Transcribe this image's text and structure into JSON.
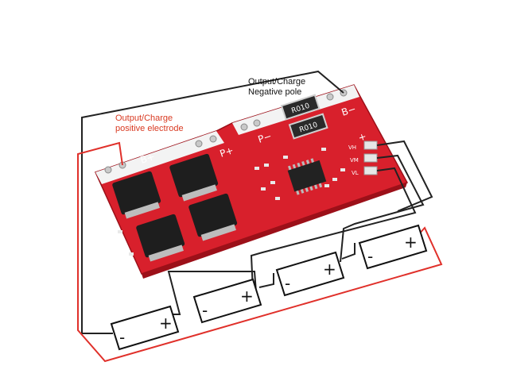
{
  "annotations": {
    "negative": [
      "Output/Charge",
      "Negative pole"
    ],
    "positive": [
      "Output/Charge",
      "positive electrode"
    ]
  },
  "board": {
    "pad_bminus": "B−",
    "pad_pminus": "P−",
    "pad_bplus": "B+",
    "pad_pplus": "P+",
    "pad_plus": "+",
    "pad_vh": "VH",
    "pad_vm": "VM",
    "pad_vl": "VL",
    "resistor_1": "R010",
    "resistor_2": "R010"
  },
  "batteries": [
    {
      "minus": "-",
      "plus": "+"
    },
    {
      "minus": "-",
      "plus": "+"
    },
    {
      "minus": "-",
      "plus": "+"
    },
    {
      "minus": "-",
      "plus": "+"
    }
  ],
  "colors": {
    "board": "#d8202c",
    "board_edge": "#a5111c",
    "wire_black": "#222222",
    "wire_red": "#e0302a",
    "label_red": "#d93a22"
  }
}
